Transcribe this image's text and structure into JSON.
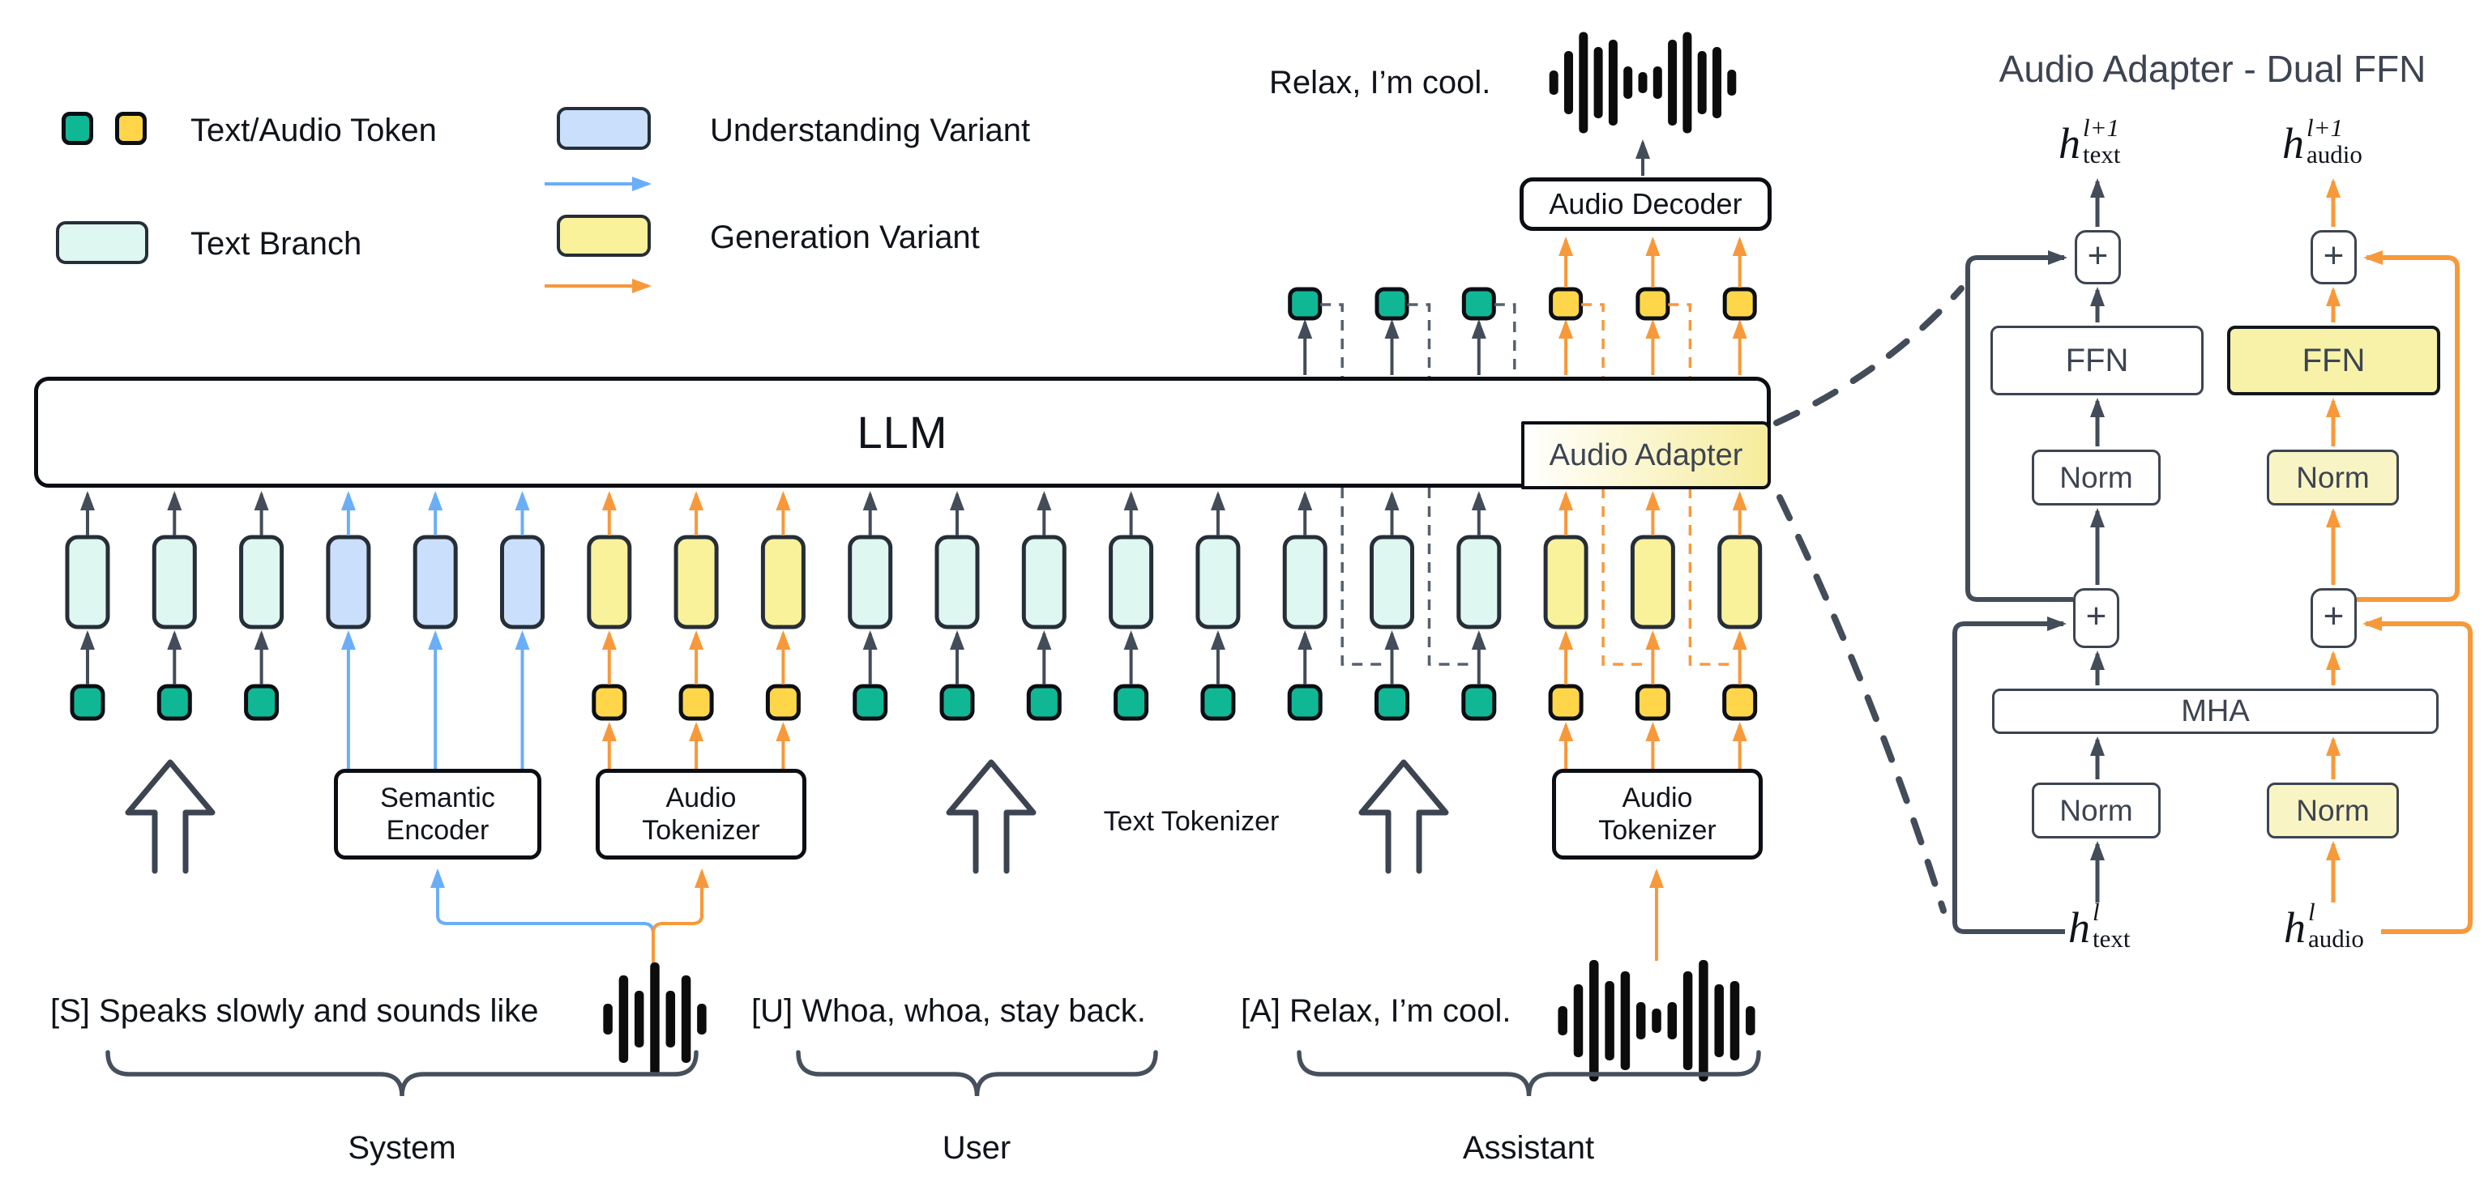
{
  "colors": {
    "teal": "#10B795",
    "token_yellow": "#FFD64A",
    "mint": "#DEF7F0",
    "blue_fill": "#C9DFFB",
    "pale_yellow": "#FAF19B",
    "border_dark": "#262E38",
    "black": "#0B0E13",
    "dark_arrow": "#434C59",
    "slate": "#3D4451",
    "orange": "#F7993B",
    "blue_arrow": "#6AAEF8",
    "ffn_yellow": "#F8F2A9",
    "norm_yellow": "#F9F4C4",
    "feedback_gray": "#57616E",
    "brace": "#46505C"
  },
  "legend": {
    "token_label": "Text/Audio Token",
    "text_branch_label": "Text Branch",
    "understanding_label": "Understanding Variant",
    "generation_label": "Generation Variant"
  },
  "top": {
    "speech_text": "Relax, I’m cool.",
    "audio_decoder_label": "Audio Decoder"
  },
  "llm": {
    "label": "LLM",
    "audio_adapter_label": "Audio Adapter"
  },
  "processors": {
    "semantic_encoder": {
      "line1": "Semantic",
      "line2": "Encoder"
    },
    "audio_tokenizer_system": {
      "line1": "Audio",
      "line2": "Tokenizer"
    },
    "audio_tokenizer_assistant": {
      "line1": "Audio",
      "line2": "Tokenizer"
    },
    "text_tokenizer_label": "Text Tokenizer"
  },
  "conversation": {
    "system": {
      "text": "[S] Speaks slowly and sounds like",
      "group_label": "System"
    },
    "user": {
      "text": "[U] Whoa, whoa, stay back.",
      "group_label": "User"
    },
    "assistant": {
      "text": "[A] Relax, I’m cool.",
      "group_label": "Assistant"
    }
  },
  "adapter_panel": {
    "title": "Audio Adapter - Dual FFN",
    "ffn_text_label": "FFN",
    "ffn_audio_label": "FFN",
    "norm_text1_label": "Norm",
    "norm_audio1_label": "Norm",
    "norm_text2_label": "Norm",
    "norm_audio2_label": "Norm",
    "mha_label": "MHA",
    "plus_label": "+",
    "h_labels": {
      "text_out": {
        "base": "h",
        "sup": "l+1",
        "sub": "text"
      },
      "audio_out": {
        "base": "h",
        "sup": "l+1",
        "sub": "audio"
      },
      "text_in": {
        "base": "h",
        "sup": "l",
        "sub": "text"
      },
      "audio_in": {
        "base": "h",
        "sup": "l",
        "sub": "audio"
      }
    }
  },
  "columns": [
    {
      "type": "text"
    },
    {
      "type": "text"
    },
    {
      "type": "text"
    },
    {
      "type": "understanding"
    },
    {
      "type": "understanding"
    },
    {
      "type": "understanding"
    },
    {
      "type": "generation"
    },
    {
      "type": "generation"
    },
    {
      "type": "generation"
    },
    {
      "type": "text"
    },
    {
      "type": "text"
    },
    {
      "type": "text"
    },
    {
      "type": "text"
    },
    {
      "type": "text"
    },
    {
      "type": "text"
    },
    {
      "type": "text"
    },
    {
      "type": "text"
    },
    {
      "type": "generation"
    },
    {
      "type": "generation"
    },
    {
      "type": "generation"
    }
  ],
  "outputs": [
    {
      "type": "text"
    },
    {
      "type": "text"
    },
    {
      "type": "text"
    },
    {
      "type": "audio"
    },
    {
      "type": "audio"
    },
    {
      "type": "audio"
    }
  ]
}
